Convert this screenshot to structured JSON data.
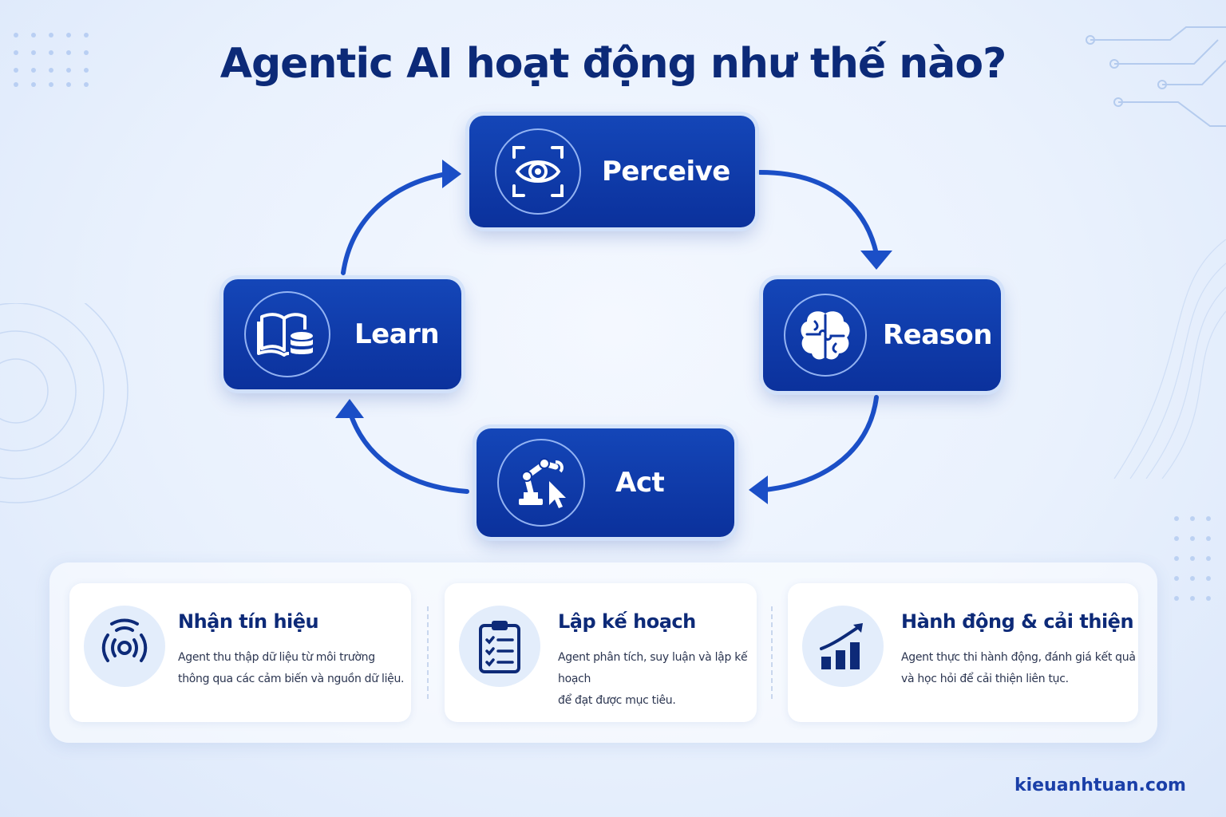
{
  "title": "Agentic AI hoạt động như thế nào?",
  "nodes": {
    "perceive": {
      "label": "Perceive",
      "icon": "eye-scan-icon"
    },
    "reason": {
      "label": "Reason",
      "icon": "brain-puzzle-icon"
    },
    "act": {
      "label": "Act",
      "icon": "robot-arm-cursor-icon"
    },
    "learn": {
      "label": "Learn",
      "icon": "book-database-icon"
    }
  },
  "cards": [
    {
      "title": "Nhận tín hiệu",
      "line1": "Agent thu thập dữ liệu từ môi trường",
      "line2": "thông qua các cảm biến và nguồn dữ liệu.",
      "icon": "signal-waves-icon"
    },
    {
      "title": "Lập kế hoạch",
      "line1": "Agent phân tích, suy luận và lập kế hoạch",
      "line2": "để đạt được mục tiêu.",
      "icon": "clipboard-checklist-icon"
    },
    {
      "title": "Hành động & cải thiện",
      "line1": "Agent thực thi hành động, đánh giá kết quả",
      "line2": "và học hỏi để cải thiện liên tục.",
      "icon": "growth-chart-icon"
    }
  ],
  "footer": "kieuanhtuan.com",
  "colors": {
    "primary": "#0b319c",
    "title": "#0c2a78",
    "arrow": "#1b4fc7",
    "background": "#e9f1fd"
  }
}
